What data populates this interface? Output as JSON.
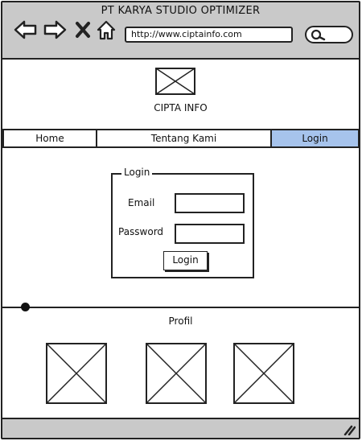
{
  "window": {
    "title": "PT KARYA STUDIO OPTIMIZER"
  },
  "browser": {
    "url": "http://www.ciptainfo.com",
    "icons": [
      "back-arrow-icon",
      "forward-arrow-icon",
      "close-x-icon",
      "home-icon",
      "search-icon"
    ]
  },
  "header": {
    "brand": "CIPTA INFO"
  },
  "nav": {
    "items": [
      {
        "label": "Home",
        "active": false
      },
      {
        "label": "Tentang Kami",
        "active": false
      },
      {
        "label": "Login",
        "active": true
      }
    ],
    "active_color": "#a6c3ec"
  },
  "login_form": {
    "legend": "Login",
    "email_label": "Email",
    "email_value": "",
    "password_label": "Password",
    "password_value": "",
    "submit_label": "Login"
  },
  "profil": {
    "title": "Profil",
    "image_count": 3
  },
  "colors": {
    "chrome": "#c9c9c9",
    "accent": "#a6c3ec",
    "stroke": "#222222"
  }
}
